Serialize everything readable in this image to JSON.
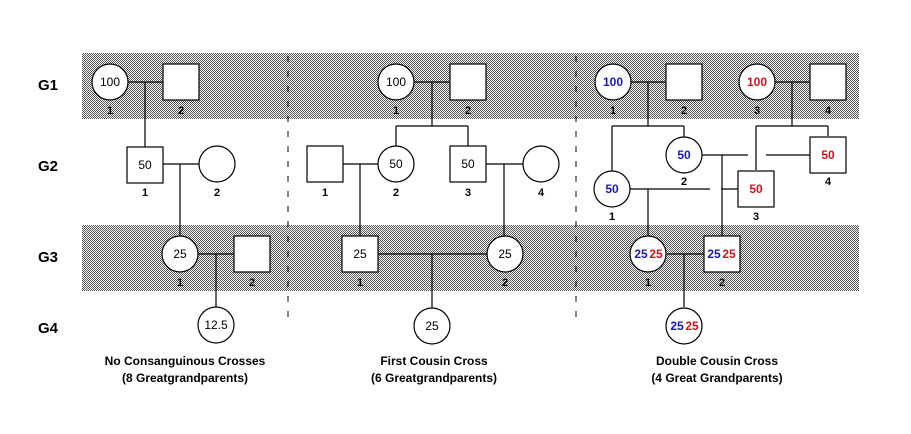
{
  "generations": [
    "G1",
    "G2",
    "G3",
    "G4"
  ],
  "colors": {
    "blue": "#1a1aa6",
    "red": "#c8141e",
    "black": "#000000",
    "band": "#d6d6d6"
  },
  "panels": [
    {
      "id": "a",
      "caption1": "No Consanguinous Crosses",
      "caption2": "(8 Greatgrandparents)",
      "labels": {
        "g1_1_val": "100",
        "g1_1_num": "1",
        "g1_2_num": "2",
        "g2_1_val": "50",
        "g2_1_num": "1",
        "g2_2_num": "2",
        "g3_1_val": "25",
        "g3_1_num": "1",
        "g3_2_num": "2",
        "g4_val": "12.5"
      }
    },
    {
      "id": "b",
      "caption1": "First Cousin Cross",
      "caption2": "(6 Greatgrandparents)",
      "labels": {
        "g1_1_val": "100",
        "g1_1_num": "1",
        "g1_2_num": "2",
        "g2_1_num": "1",
        "g2_2_val": "50",
        "g2_2_num": "2",
        "g2_3_val": "50",
        "g2_3_num": "3",
        "g2_4_num": "4",
        "g3_1_val": "25",
        "g3_1_num": "1",
        "g3_2_val": "25",
        "g3_2_num": "2",
        "g4_val": "25"
      }
    },
    {
      "id": "c",
      "caption1": "Double Cousin Cross",
      "caption2": "(4 Great Grandparents)",
      "labels": {
        "g1_1_val": "100",
        "g1_1_num": "1",
        "g1_2_num": "2",
        "g1_3_val": "100",
        "g1_3_num": "3",
        "g1_4_num": "4",
        "g2_1_val": "50",
        "g2_1_num": "1",
        "g2_2_val": "50",
        "g2_2_num": "2",
        "g2_3_val": "50",
        "g2_3_num": "3",
        "g2_4_val": "50",
        "g2_4_num": "4",
        "g3_1_val_a": "25",
        "g3_1_val_b": "25",
        "g3_1_num": "1",
        "g3_2_val_a": "25",
        "g3_2_val_b": "25",
        "g3_2_num": "2",
        "g4_val_a": "25",
        "g4_val_b": "25"
      }
    }
  ]
}
